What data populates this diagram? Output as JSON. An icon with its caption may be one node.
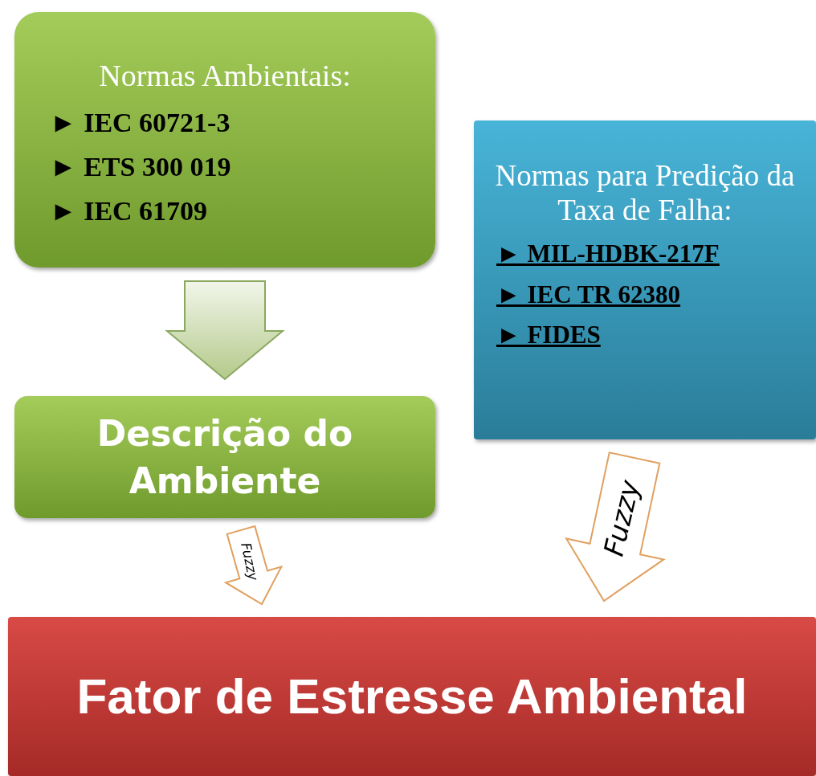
{
  "diagram": {
    "nodes": [
      {
        "text": [
          "Normas Ambientais:",
          "► IEC 60721-3",
          "► ETS 300 019",
          "► IEC 61709"
        ]
      },
      {
        "text": [
          "Descrição do Ambiente"
        ]
      },
      {
        "text": [
          "Normas para Predição da Taxa de Falha:",
          "► MIL-HDBK-217F",
          "► IEC TR 62380",
          "► FIDES"
        ]
      },
      {
        "text": [
          "Fator de Estresse Ambiental"
        ]
      }
    ],
    "edges": [
      {
        "from": 0,
        "to": 1,
        "arrow": "to",
        "color": "#b3c98a"
      },
      {
        "from": 1,
        "to": 3,
        "arrow": "to",
        "label": "Fuzzy"
      },
      {
        "from": 2,
        "to": 3,
        "arrow": "to",
        "label": "Fuzzy"
      }
    ]
  }
}
